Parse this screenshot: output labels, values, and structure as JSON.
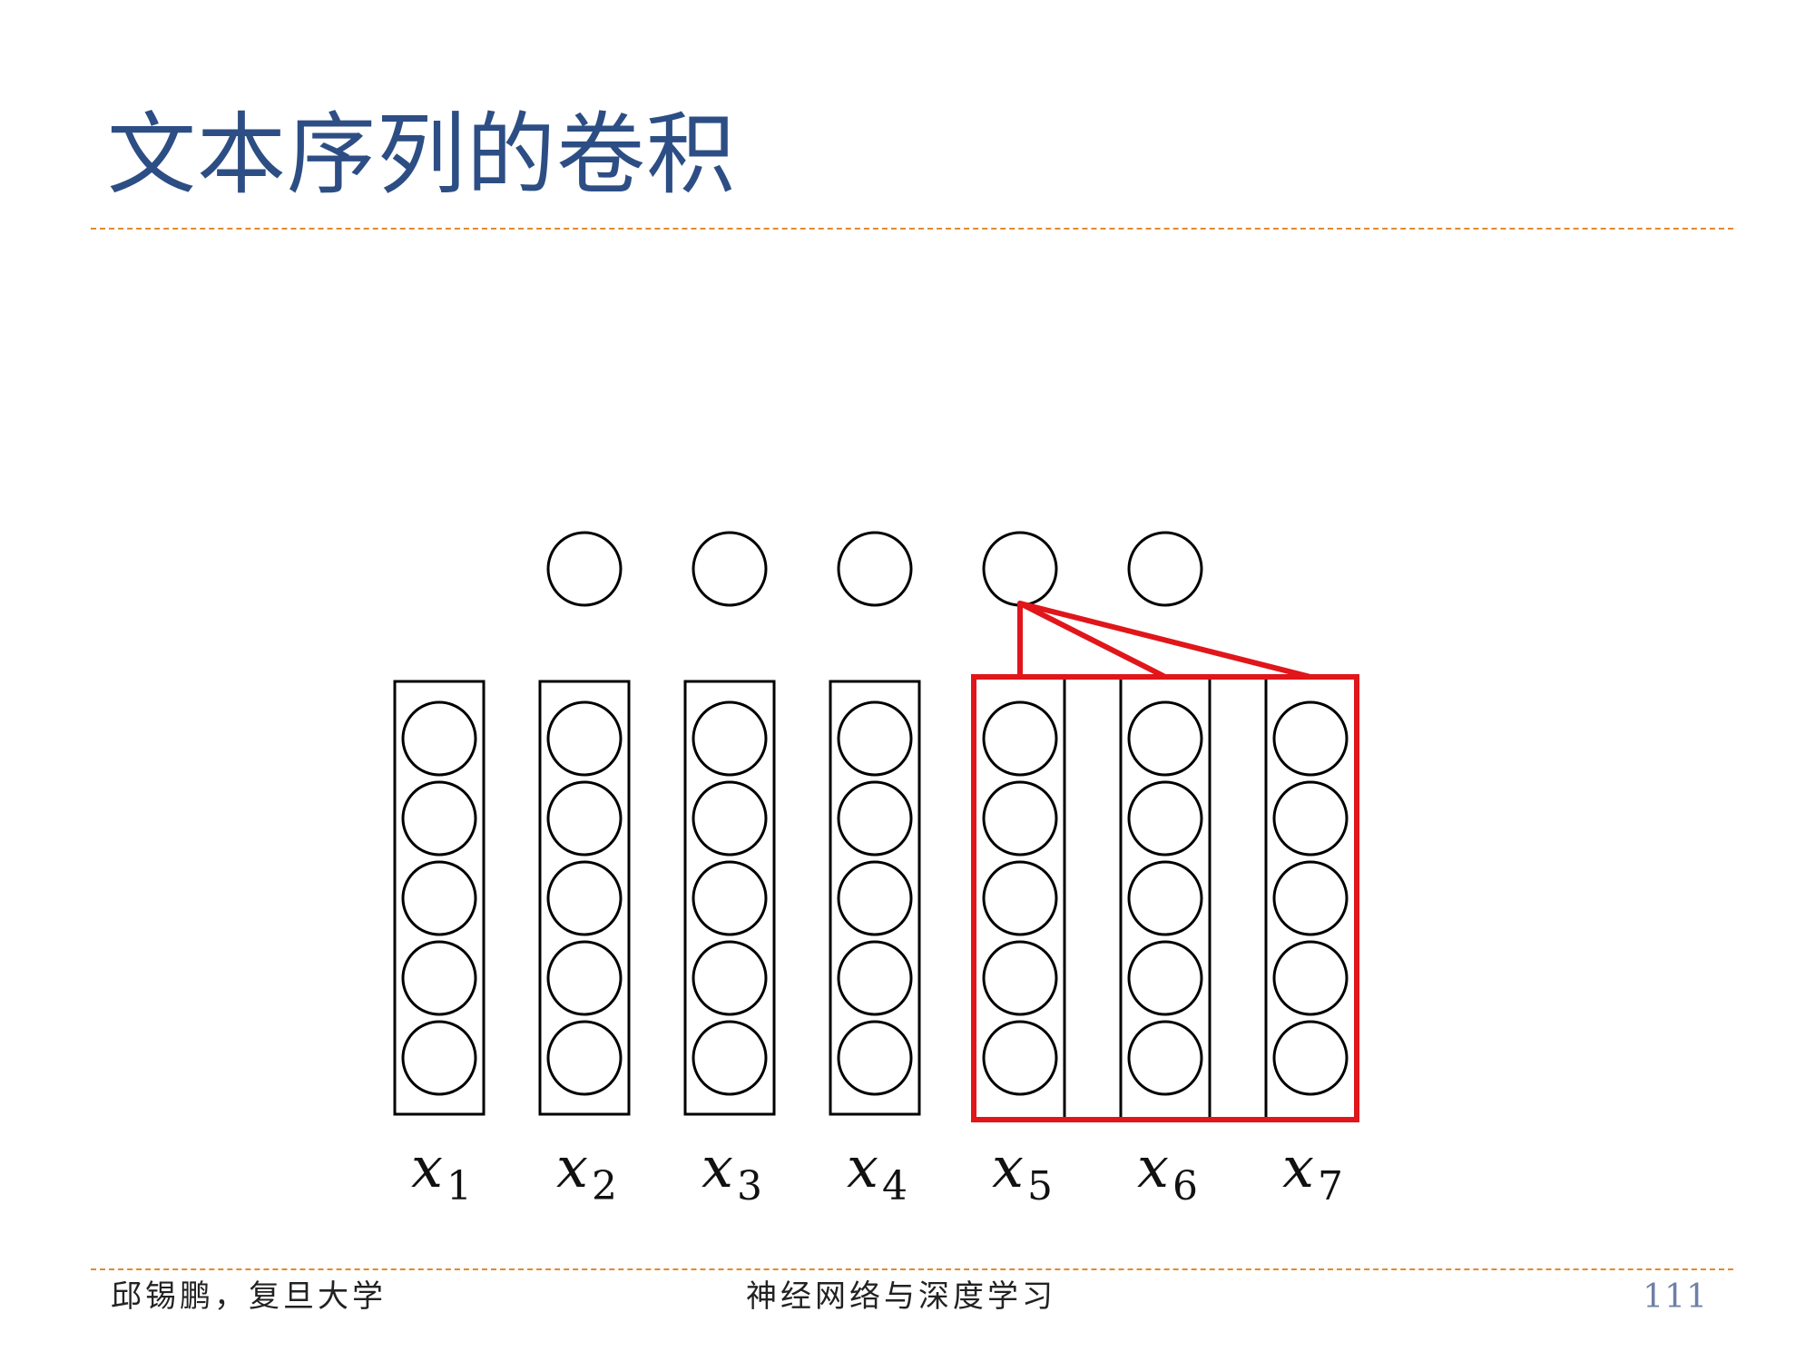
{
  "slide": {
    "title": "文本序列的卷积"
  },
  "diagram": {
    "input_vectors": [
      {
        "name": "x",
        "sub": "1"
      },
      {
        "name": "x",
        "sub": "2"
      },
      {
        "name": "x",
        "sub": "3"
      },
      {
        "name": "x",
        "sub": "4"
      },
      {
        "name": "x",
        "sub": "5"
      },
      {
        "name": "x",
        "sub": "6"
      },
      {
        "name": "x",
        "sub": "7"
      }
    ],
    "units_per_vector": 5,
    "output_units": 5,
    "highlight_window": {
      "start_index": 4,
      "size": 3,
      "output_index": 4
    },
    "colors": {
      "stroke": "#000000",
      "highlight": "#e0161b",
      "title": "#2d4e84",
      "divider": "#e28a2c",
      "page_number": "#6f7fa6"
    }
  },
  "footer": {
    "author": "邱锡鹏，复旦大学",
    "course": "神经网络与深度学习",
    "page_number": "111"
  }
}
